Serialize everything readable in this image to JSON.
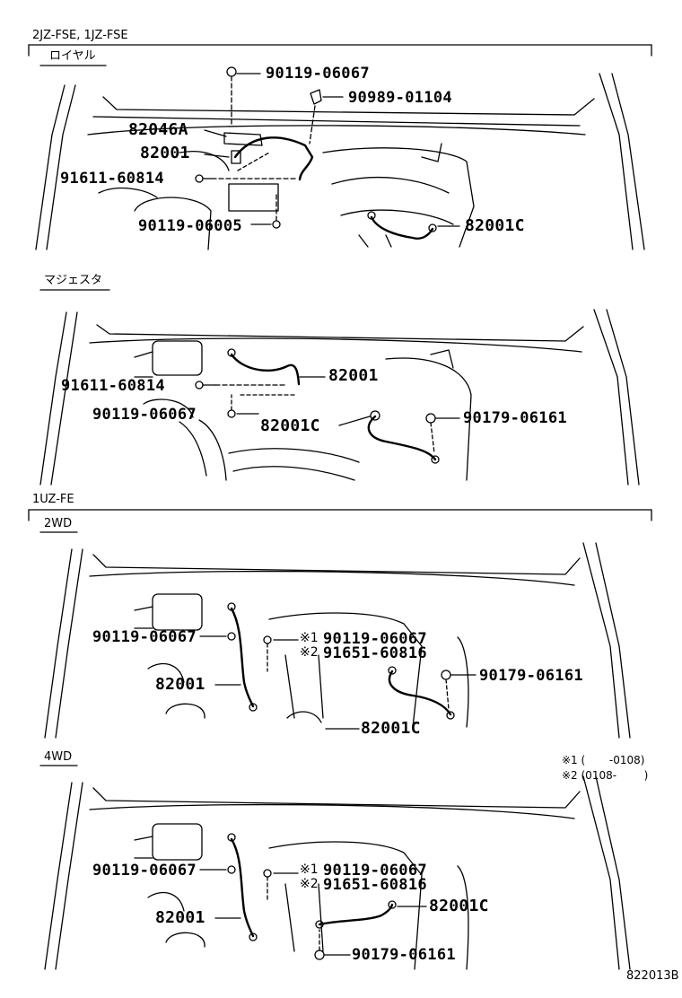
{
  "headers": {
    "engine1": "2JZ-FSE, 1JZ-FSE",
    "engine2": "1UZ-FE"
  },
  "panels": {
    "royal": {
      "title": "ロイヤル",
      "labels": {
        "bolt_top": "90119-06067",
        "clip": "90989-01104",
        "bracket": "82046A",
        "wire": "82001",
        "bolt_left": "91611-60814",
        "bolt_bottom": "90119-06005",
        "wire_c": "82001C"
      }
    },
    "majesta": {
      "title": "マジェスタ",
      "labels": {
        "wire": "82001",
        "bolt_left": "91611-60814",
        "bolt_low": "90119-06067",
        "wire_c": "82001C",
        "nut": "90179-06161"
      }
    },
    "twowd": {
      "title": "2WD",
      "labels": {
        "bolt_left": "90119-06067",
        "mark1": "※1",
        "bolt_1": "90119-06067",
        "mark2": "※2",
        "bolt_2": "91651-60816",
        "nut": "90179-06161",
        "wire": "82001",
        "wire_c": "82001C"
      }
    },
    "fourwd": {
      "title": "4WD",
      "labels": {
        "bolt_left": "90119-06067",
        "mark1": "※1",
        "bolt_1": "90119-06067",
        "mark2": "※2",
        "bolt_2": "91651-60816",
        "wire_c": "82001C",
        "wire": "82001",
        "nut": "90179-06161"
      }
    }
  },
  "notes": {
    "n1": "※1 (       -0108)",
    "n2": "※2 (0108-        )"
  },
  "figure_id": "822013B"
}
